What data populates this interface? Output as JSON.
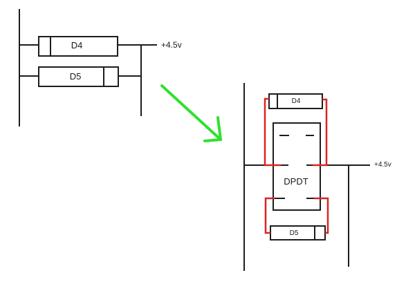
{
  "colors": {
    "line_black": "#1c1c1c",
    "wire_red": "#dd2222",
    "arrow_green": "#2fe12f",
    "background": "#ffffff"
  },
  "left_circuit": {
    "d4_label": "D4",
    "d5_label": "D5",
    "voltage_label": "+4.5v"
  },
  "right_circuit": {
    "d4_label": "D4",
    "d5_label": "D5",
    "switch_label": "DPDT",
    "voltage_label": "+4.5v"
  }
}
